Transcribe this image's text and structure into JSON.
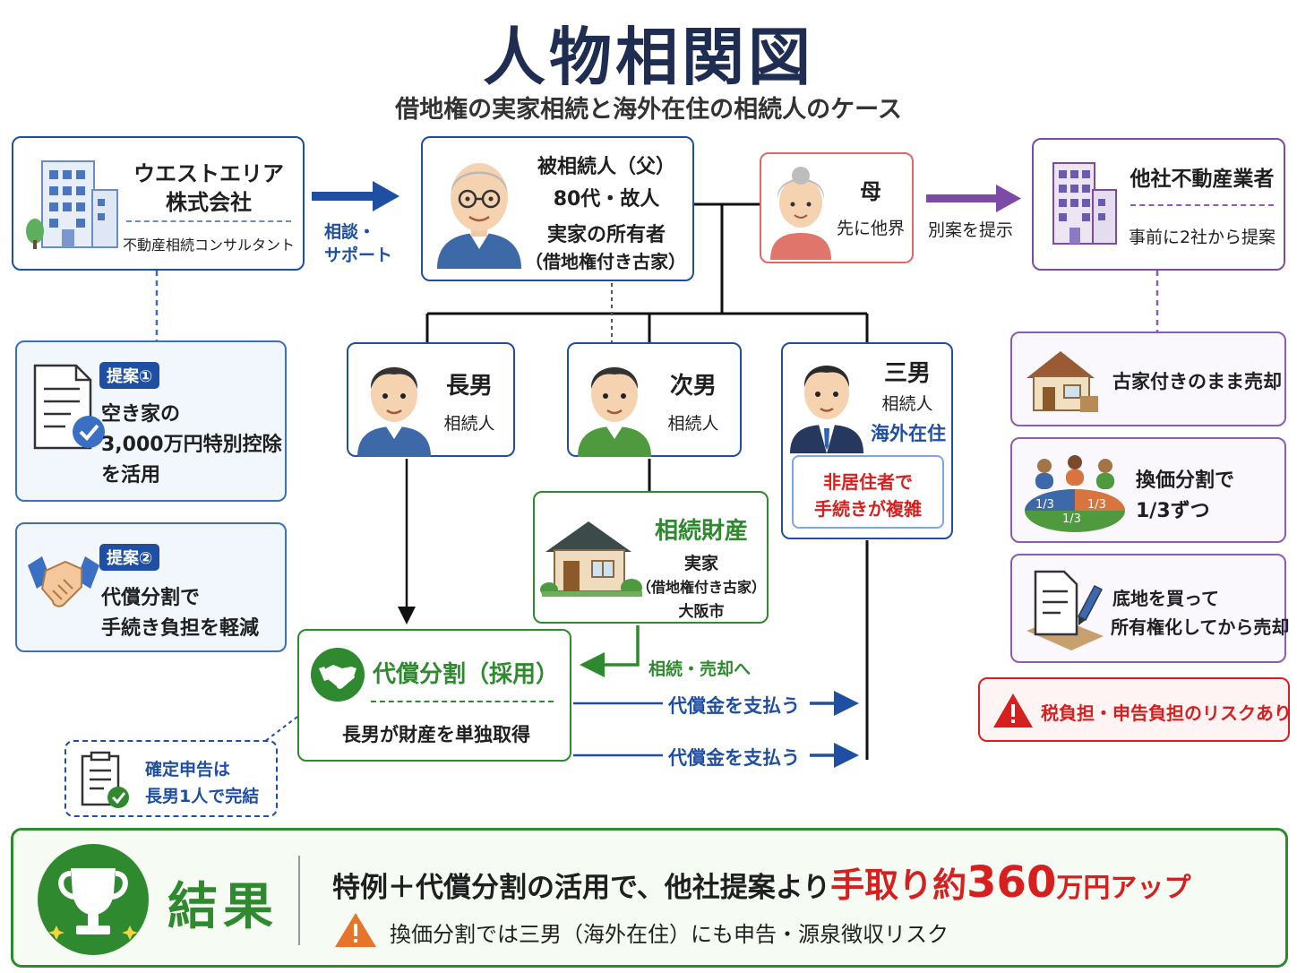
{
  "header": {
    "title": "人物相関図",
    "subtitle": "借地権の実家相続と海外在住の相続人のケース"
  },
  "consultant": {
    "name_line1": "ウエストエリア",
    "name_line2": "株式会社",
    "role": "不動産相続コンサルタント",
    "arrow_label_line1": "相談・",
    "arrow_label_line2": "サポート"
  },
  "deceased": {
    "line1": "被相続人（父）",
    "line2": "80代・故人",
    "line3": "実家の所有者",
    "line4": "（借地権付き古家）"
  },
  "mother": {
    "title": "母",
    "note": "先に他界",
    "arrow_label": "別案を提示"
  },
  "other_agent": {
    "title": "他社不動産業者",
    "note": "事前に2社から提案"
  },
  "proposals": [
    {
      "badge": "提案①",
      "line1": "空き家の",
      "line2": "3,000万円特別控除",
      "line3": "を活用"
    },
    {
      "badge": "提案②",
      "line1": "代償分割で",
      "line2": "手続き負担を軽減"
    }
  ],
  "sons": {
    "eldest": {
      "title": "長男",
      "role": "相続人"
    },
    "second": {
      "title": "次男",
      "role": "相続人"
    },
    "third": {
      "title": "三男",
      "role": "相続人",
      "note": "海外在住",
      "warning_line1": "非居住者で",
      "warning_line2": "手続きが複雑"
    }
  },
  "estate": {
    "title": "相続財産",
    "line1": "実家",
    "line2": "（借地権付き古家）",
    "line3": "大阪市",
    "arrow_label": "相続・売却へ"
  },
  "division": {
    "title": "代償分割（採用）",
    "note": "長男が財産を単独取得",
    "pay_label_1": "代償金を支払う",
    "pay_label_2": "代償金を支払う"
  },
  "tax_note": {
    "line1": "確定申告は",
    "line2": "長男1人で完結"
  },
  "other_options": [
    {
      "label": "古家付きのまま売却"
    },
    {
      "line1": "換価分割で",
      "line2": "1/3ずつ",
      "pie_labels": [
        "1/3",
        "1/3",
        "1/3"
      ]
    },
    {
      "line1": "底地を買って",
      "line2": "所有権化してから売却"
    }
  ],
  "risk": {
    "label": "税負担・申告負担のリスクあり"
  },
  "result": {
    "label": "結果",
    "main_prefix": "特例＋代償分割の活用で、他社提案より",
    "main_highlight": "手取り約",
    "main_amount": "360",
    "main_suffix": "万円アップ",
    "warning": "換価分割では三男（海外在住）にも申告・源泉徴収リスク"
  },
  "colors": {
    "navy": "#1f2d52",
    "blue": "#1f4fa3",
    "green": "#2f8a2f",
    "red": "#d62020",
    "purple": "#7e4aa8",
    "pink_border": "#e06767"
  }
}
